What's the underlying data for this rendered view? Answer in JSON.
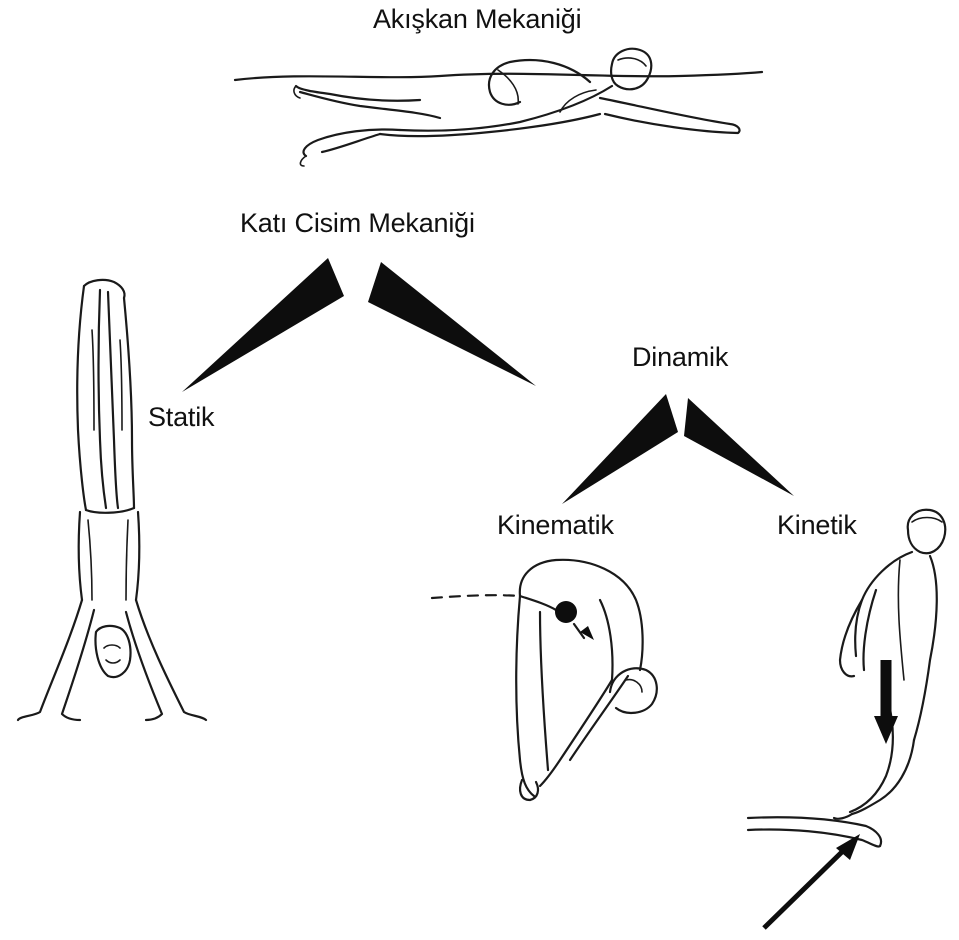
{
  "labels": {
    "fluid": "Akışkan Mekaniği",
    "rigid": "Katı Cisim Mekaniği",
    "statics": "Statik",
    "dynamics": "Dinamik",
    "kinematics": "Kinematik",
    "kinetics": "Kinetik"
  },
  "icons": {
    "swimmer": "swimmer-figure",
    "handstand": "handstand-figure",
    "pike_diver": "pike-diver-figure",
    "springboard_diver": "springboard-diver-figure"
  },
  "colors": {
    "ink": "#1a1a1a",
    "wedge": "#0d0d0d",
    "background": "#ffffff"
  }
}
